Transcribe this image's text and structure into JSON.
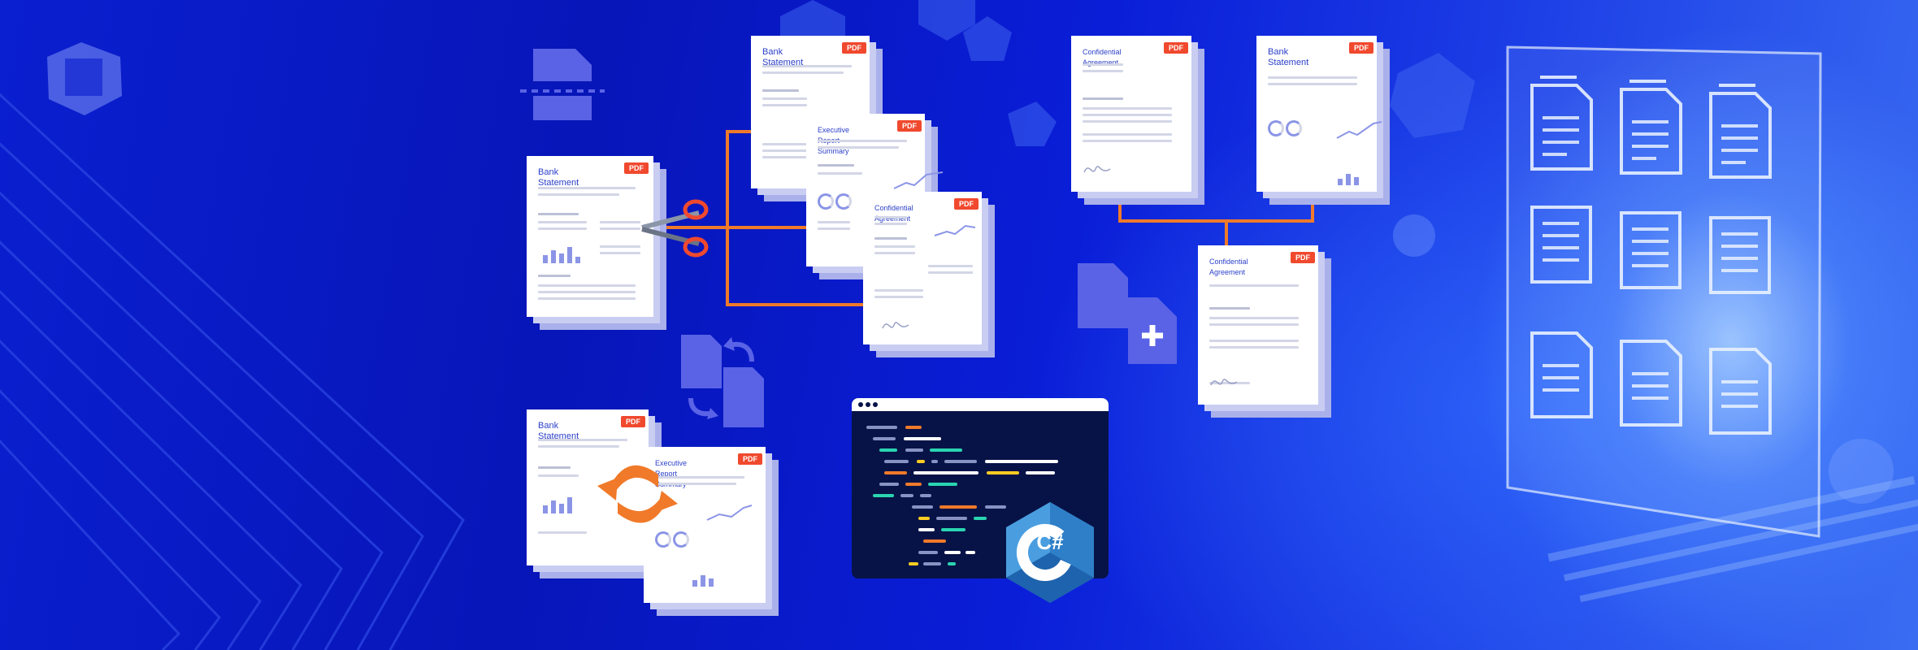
{
  "colors": {
    "background_deep": "#0716b8",
    "accent_orange": "#f07a2a",
    "pdf_red": "#f0492e",
    "doc_title_blue": "#2b3fc9",
    "icon_blue": "#5a63e6",
    "csharp_purple": "#9b4f96"
  },
  "documents": {
    "split_source": {
      "title": "Bank Statement",
      "tag": "PDF"
    },
    "split_out_1": {
      "title": "Bank Statement",
      "tag": "PDF"
    },
    "split_out_2": {
      "title": "Executive Report Summary",
      "tag": "PDF"
    },
    "split_out_3": {
      "title": "Confidential Agreement",
      "tag": "PDF"
    },
    "merge_in_1": {
      "title": "Confidential Agreement",
      "tag": "PDF"
    },
    "merge_in_2": {
      "title": "Bank\nStatement",
      "tag": "PDF"
    },
    "merge_out": {
      "title": "Confidential Agreement",
      "tag": "PDF"
    },
    "reorder_1": {
      "title": "Bank Statement",
      "tag": "PDF"
    },
    "reorder_2": {
      "title": "Executive Report Summary",
      "tag": "PDF"
    }
  },
  "icons": {
    "logo": "aspose-logo-icon",
    "split": "split-document-icon",
    "scissors": "scissors-icon",
    "reorder": "reorder-pages-icon",
    "merge": "add-document-icon",
    "csharp": "csharp-logo-icon",
    "code": "code-editor-icon"
  },
  "csharp": {
    "label": "C#"
  }
}
